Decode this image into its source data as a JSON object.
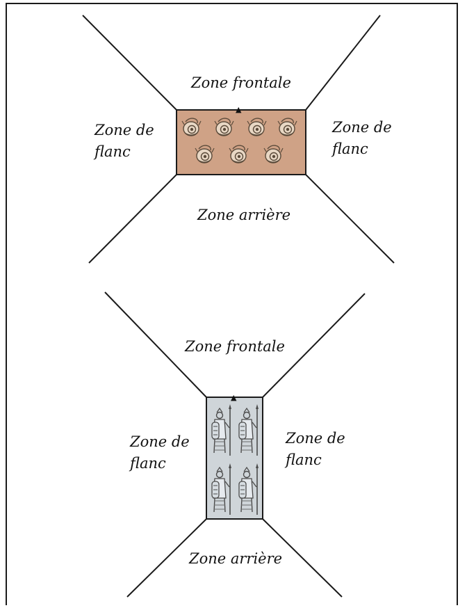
{
  "colors": {
    "top_unit_fill": "#cfa286",
    "bottom_unit_fill": "#cfd5d9",
    "line": "#1a1a1a",
    "figure_ink": "#5a4a3a"
  },
  "top_diagram": {
    "front_label": "Zone frontale",
    "left_flank_label_lines": [
      "Zone de",
      "flanc"
    ],
    "right_flank_label_lines": [
      "Zone de",
      "flanc"
    ],
    "rear_label": "Zone arrière",
    "facing_marker": "▲",
    "unit_icon": "round-shield-warrior-icon",
    "unit_count": 7
  },
  "bottom_diagram": {
    "front_label": "Zone frontale",
    "left_flank_label_lines": [
      "Zone de",
      "flanc"
    ],
    "right_flank_label_lines": [
      "Zone de",
      "flanc"
    ],
    "rear_label": "Zone arrière",
    "facing_marker": "▲",
    "unit_icon": "standing-spearman-icon",
    "unit_count": 4
  }
}
